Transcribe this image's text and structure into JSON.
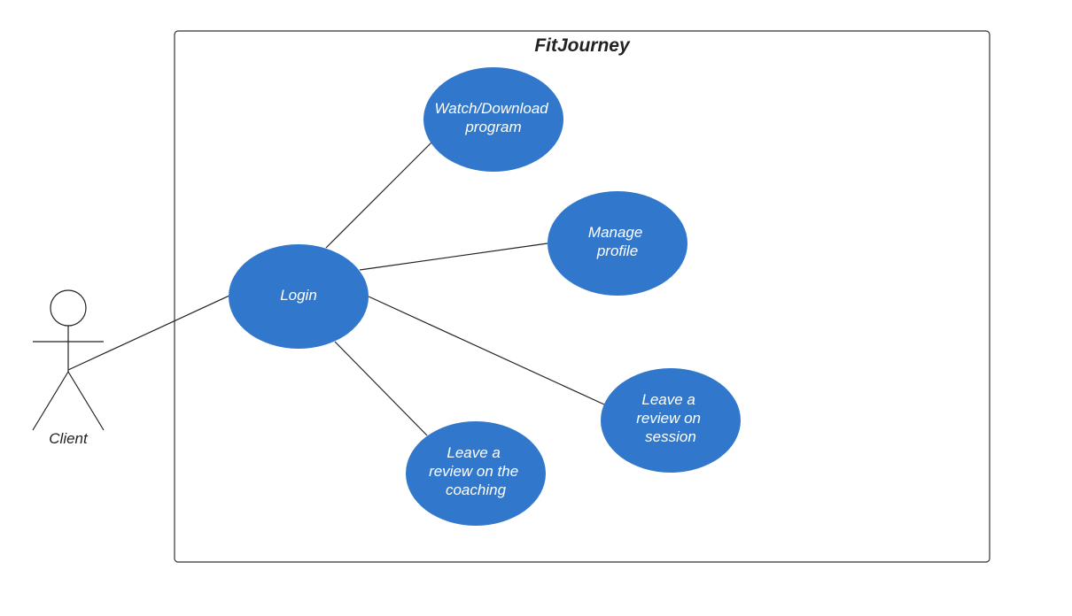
{
  "system": {
    "title": "FitJourney"
  },
  "actor": {
    "label": "Client"
  },
  "use_cases": {
    "login": {
      "lines": [
        "Login"
      ]
    },
    "watch": {
      "lines": [
        "Watch/Download",
        "program"
      ]
    },
    "manage": {
      "lines": [
        "Manage",
        "profile"
      ]
    },
    "session": {
      "lines": [
        "Leave a",
        "review on",
        "session"
      ]
    },
    "coaching": {
      "lines": [
        "Leave a",
        "review on the",
        "coaching"
      ]
    }
  },
  "colors": {
    "use_case_fill": "#3178cc",
    "use_case_text": "#ffffff",
    "line": "#222222"
  }
}
